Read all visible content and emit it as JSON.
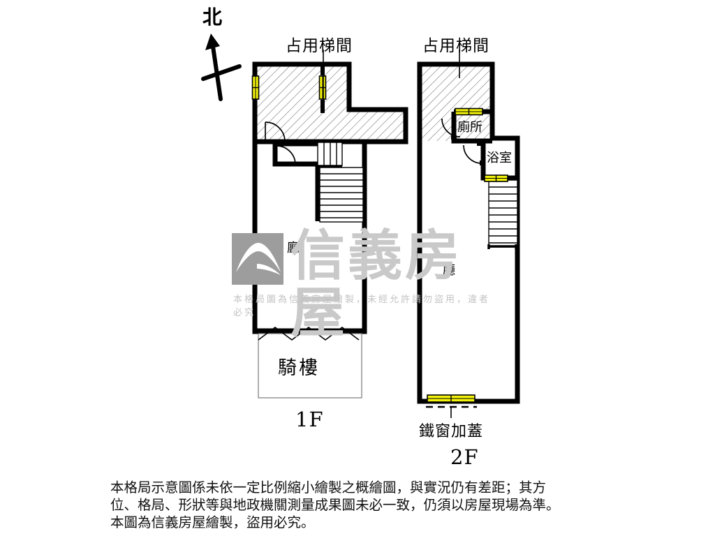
{
  "diagram": {
    "title_watermark": "信義房屋",
    "watermark_subtext": "本格局圖為信義房屋繪製，未經允許請勿盜用，違者必究",
    "compass_label": "北",
    "floors": [
      {
        "id": "1F",
        "floor_label": "1F",
        "annotations": [
          {
            "name": "occupied-stairwell",
            "text": "占用梯間"
          },
          {
            "name": "arcade",
            "text": "騎樓"
          }
        ],
        "rooms": [
          {
            "name": "hall",
            "text": "廳"
          }
        ]
      },
      {
        "id": "2F",
        "floor_label": "2F",
        "annotations": [
          {
            "name": "occupied-stairwell",
            "text": "占用梯間"
          },
          {
            "name": "iron-window-cover",
            "text": "鐵窗加蓋"
          }
        ],
        "rooms": [
          {
            "name": "toilet",
            "text": "廁所"
          },
          {
            "name": "bathroom",
            "text": "浴室"
          },
          {
            "name": "hall",
            "text": "廳"
          }
        ]
      }
    ],
    "disclaimer": {
      "line1": "本格局示意圖係未依一定比例縮小繪製之概繪圖，與實況仍有差距；其方",
      "line2": "位、格局、形狀等與地政機關測量成果圖未必一致，仍須以房屋現場為準。",
      "line3": "本圖為信義房屋繪製，盜用必究。"
    },
    "colors": {
      "wall": "#000000",
      "window": "#F2F20B",
      "hatch": "#555555",
      "watermark": "#c9c9c9",
      "background": "#ffffff"
    }
  }
}
